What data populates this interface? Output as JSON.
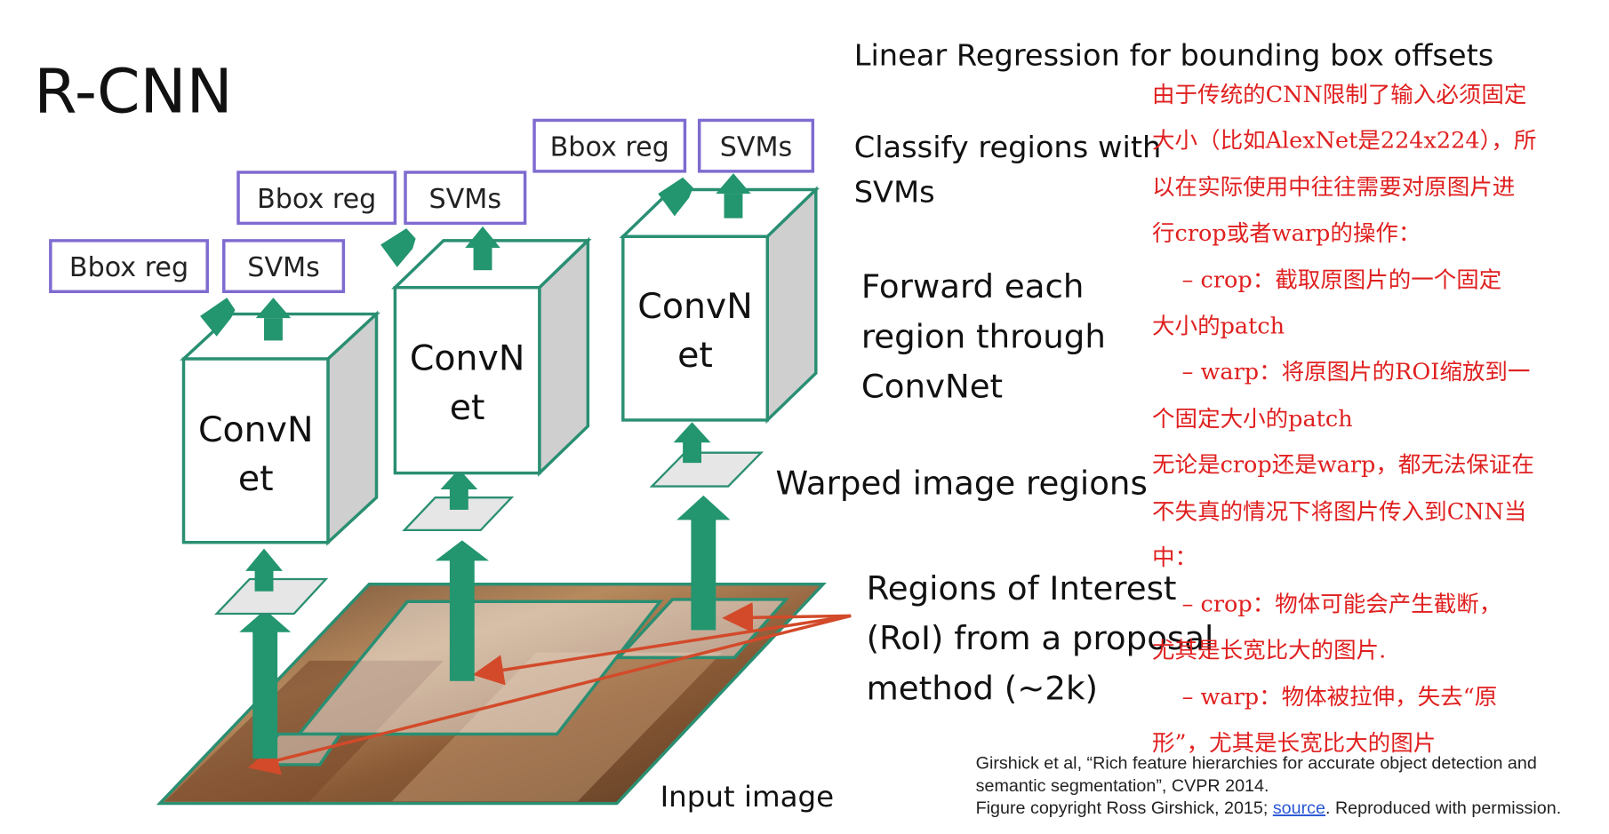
{
  "title": "R-CNN",
  "labels": {
    "linear_regression": "Linear Regression for bounding box offsets",
    "classify_1": "Classify regions with",
    "classify_2": "SVMs",
    "forward_1": "Forward each",
    "forward_2": "region through",
    "forward_3": "ConvNet",
    "warped": "Warped image regions",
    "roi_1": "Regions of Interest",
    "roi_2": "(RoI) from a proposal",
    "roi_3": "method (~2k)",
    "input_image": "Input image"
  },
  "cube_label": {
    "line1": "ConvN",
    "line2": "et"
  },
  "boxes": {
    "bbox": "Bbox reg",
    "svm": "SVMs"
  },
  "notes_cn": [
    "由于传统的CNN限制了输入必须固定",
    "大小（比如AlexNet是224x224），所",
    "以在实际使用中往往需要对原图片进",
    "行crop或者warp的操作：",
    "　 – crop：截取原图片的一个固定",
    "大小的patch",
    "　 – warp：将原图片的ROI缩放到一",
    "个固定大小的patch",
    "无论是crop还是warp，都无法保证在",
    "不失真的情况下将图片传入到CNN当",
    "中：",
    "　 – crop：物体可能会产生截断，",
    "尤其是长宽比大的图片.",
    "　 – warp：物体被拉伸，失去“原",
    "形”，尤其是长宽比大的图片"
  ],
  "citation": {
    "line1": "Girshick et al, “Rich feature hierarchies for accurate object detection and",
    "line2": "semantic segmentation”, CVPR 2014.",
    "line3_prefix": "Figure copyright Ross Girshick, 2015; ",
    "line3_link": "source",
    "line3_suffix": ". Reproduced with permission."
  },
  "colors": {
    "arrow_green": "#23956f",
    "box_purple": "#7f6bd0",
    "annotation_red": "#e02020",
    "pointer_red": "#d24a2a"
  }
}
